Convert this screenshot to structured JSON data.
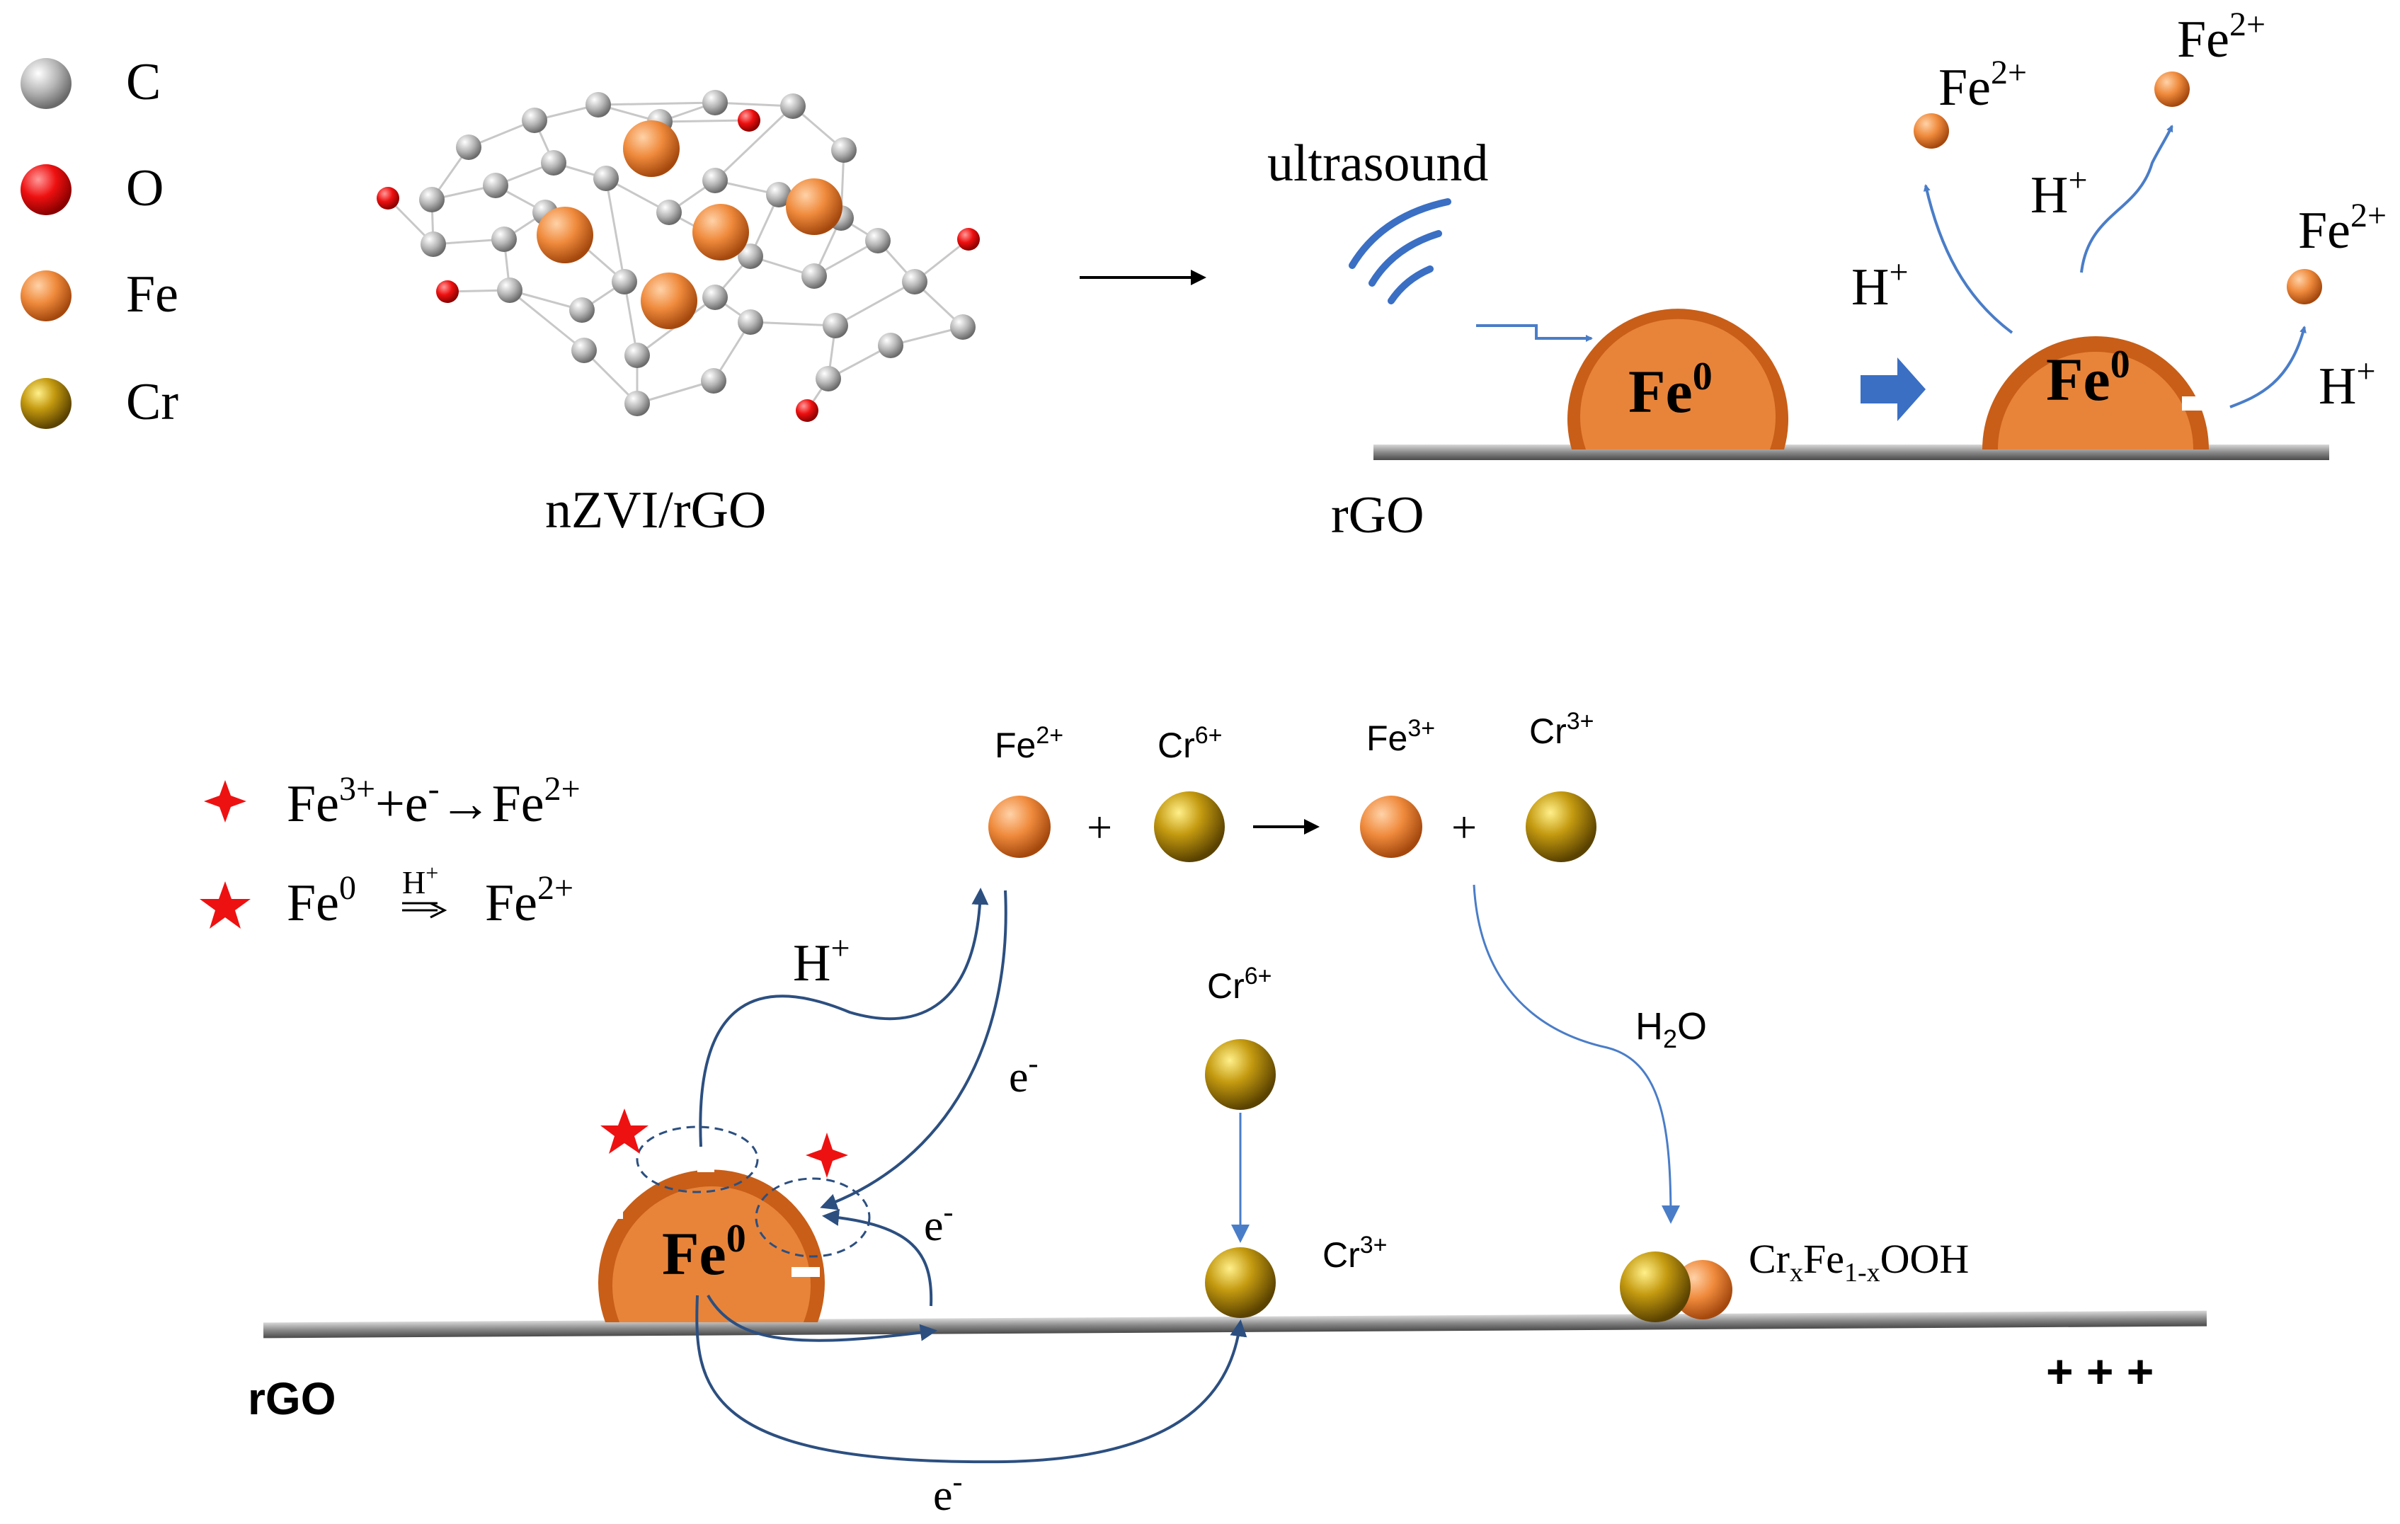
{
  "colors": {
    "carbon": "#9a9a9a",
    "oxygen": "#e8001c",
    "iron": "#e8843a",
    "iron_shell": "#c85e18",
    "chromium": "#b58a08",
    "arrow_blue": "#4a7dc8",
    "arrow_dark": "#2c4f80",
    "star_red": "#ee1111",
    "rgo_bar": "#8c8c8c"
  },
  "legend": {
    "items": [
      {
        "symbol": "C",
        "icon": "carbon-atom-icon"
      },
      {
        "symbol": "O",
        "icon": "oxygen-atom-icon"
      },
      {
        "symbol": "Fe",
        "icon": "iron-atom-icon"
      },
      {
        "symbol": "Cr",
        "icon": "chromium-atom-icon"
      }
    ]
  },
  "top_panel": {
    "structure_label": "nZVI/rGO",
    "ultrasound_label": "ultrasound",
    "rgo_label": "rGO",
    "particle_label_base": "Fe",
    "particle_label_sup": "0",
    "proton_base": "H",
    "proton_sup": "+",
    "ferrous_base": "Fe",
    "ferrous_sup": "2+"
  },
  "bottom_panel": {
    "rgo_label": "rGO",
    "surface_charge": "+ + +",
    "reactions": [
      {
        "marker": "four-point-star-icon",
        "parts": [
          "Fe",
          "3+",
          "+e",
          "-",
          "→Fe",
          "2+"
        ]
      },
      {
        "marker": "five-point-star-icon",
        "parts": [
          "Fe",
          "0",
          "H",
          "+",
          "Fe",
          "2+"
        ]
      }
    ],
    "redox": {
      "fe2_base": "Fe",
      "fe2_sup": "2+",
      "cr6_base": "Cr",
      "cr6_sup": "6+",
      "fe3_base": "Fe",
      "fe3_sup": "3+",
      "cr3_base": "Cr",
      "cr3_sup": "3+",
      "plus": "+"
    },
    "proton_label_base": "H",
    "proton_label_sup": "+",
    "electron_base": "e",
    "electron_sup": "-",
    "water_base": "H",
    "water_sub": "2",
    "water_tail": "O",
    "cr6_label_base": "Cr",
    "cr6_label_sup": "6+",
    "cr3_label_base": "Cr",
    "cr3_label_sup": "3+",
    "product": {
      "p1": "Cr",
      "s1": "x",
      "p2": "Fe",
      "s2": "1-x",
      "p3": "OOH"
    },
    "particle_label_base": "Fe",
    "particle_label_sup": "0"
  }
}
